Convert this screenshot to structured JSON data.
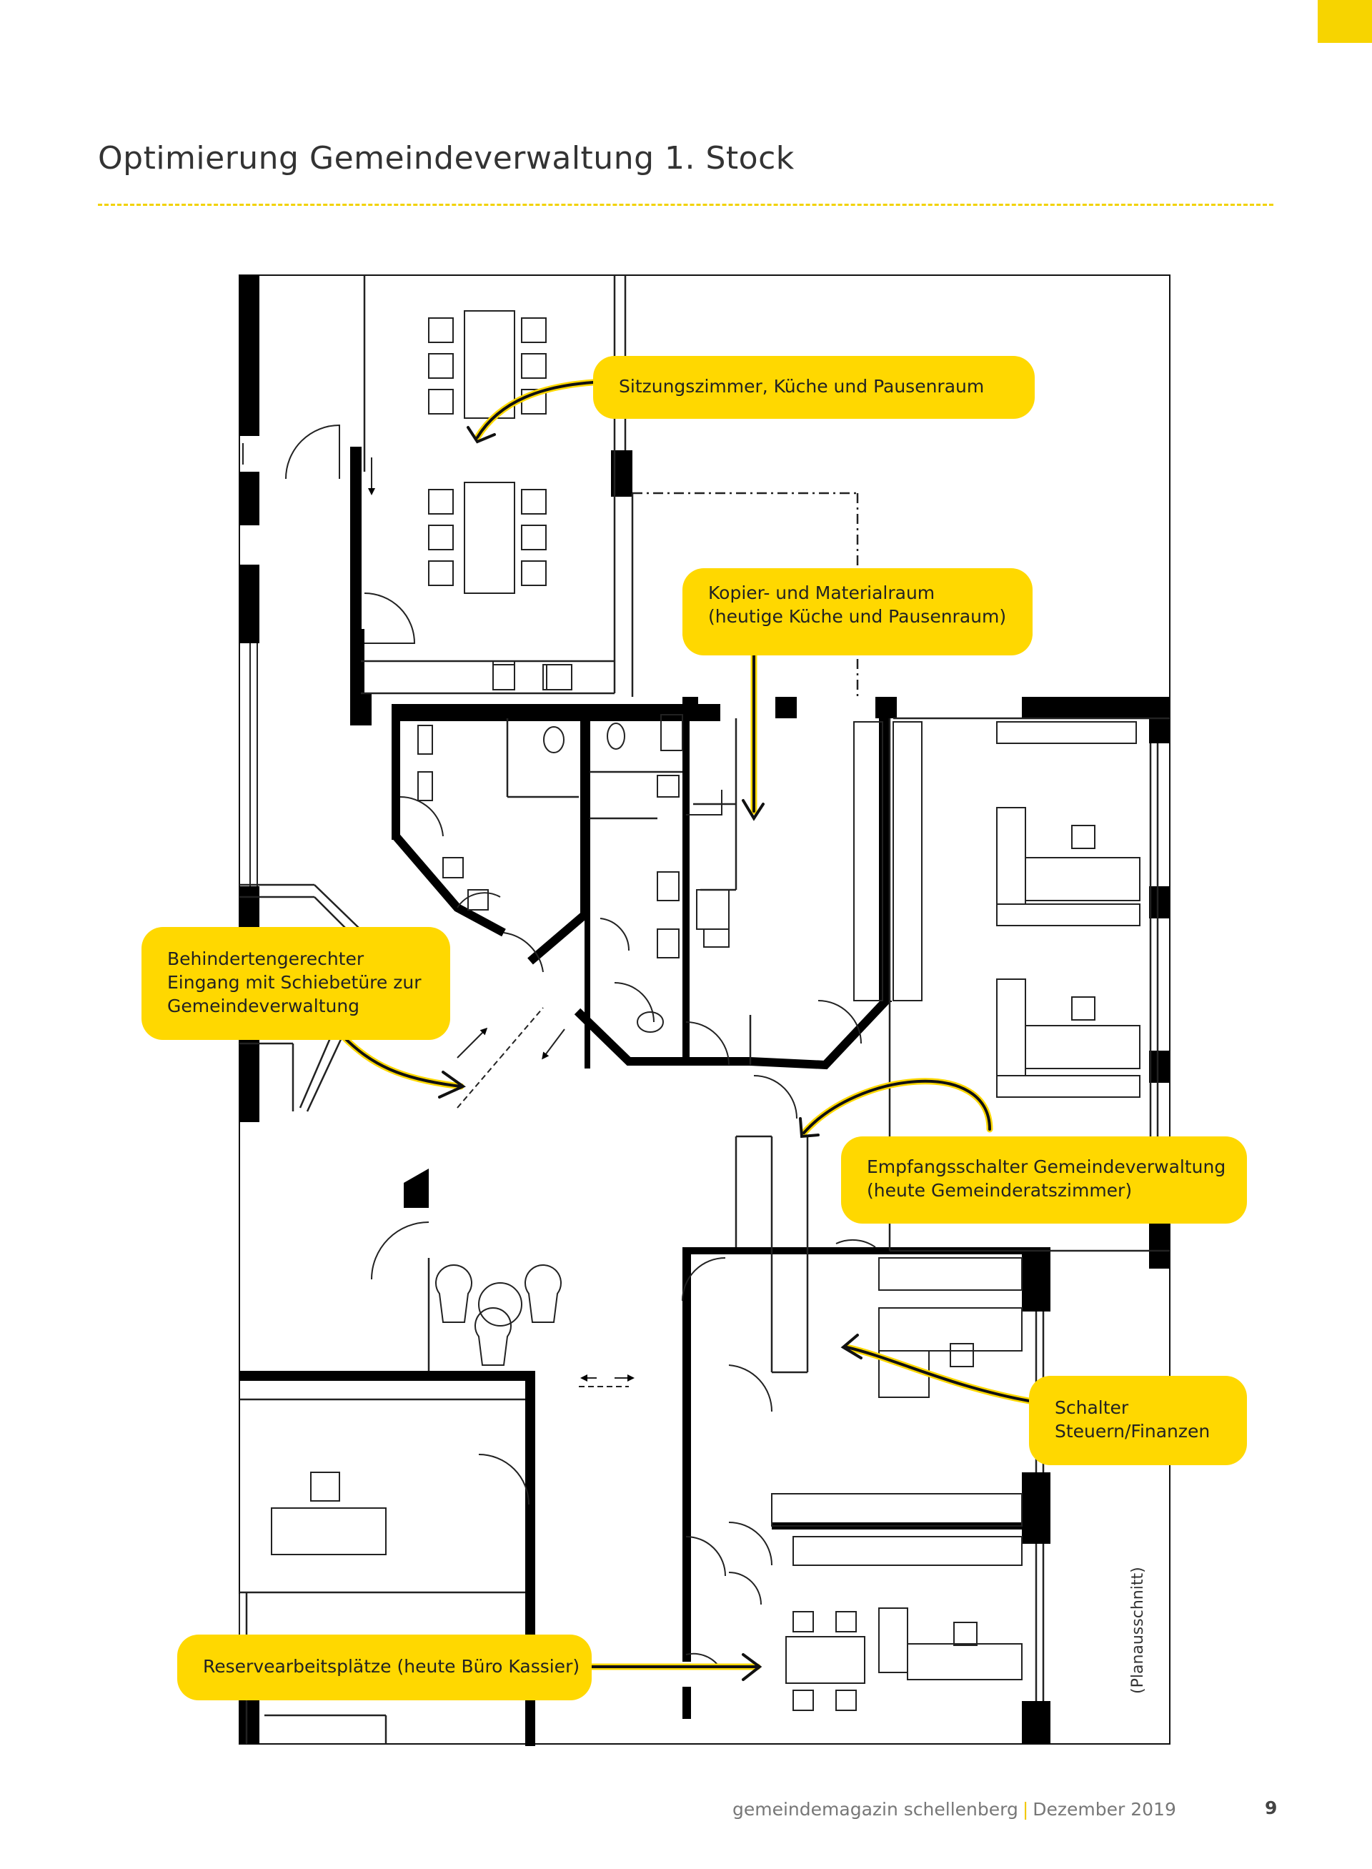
{
  "page": {
    "title": "Optimierung Gemeindeverwaltung 1. Stock",
    "accent_color": "#ffd800",
    "page_number": "9"
  },
  "plan": {
    "note": "(Planausschnitt)"
  },
  "callouts": {
    "meeting": [
      "Sitzungszimmer, Küche und Pausenraum"
    ],
    "copy_room": [
      "Kopier- und Materialraum",
      "(heutige Küche und Pausenraum)"
    ],
    "entrance": [
      "Behindertengerechter",
      "Eingang mit Schiebetüre zur",
      "Gemeindeverwaltung"
    ],
    "reception": [
      "Empfangsschalter Gemeindeverwaltung",
      "(heute Gemeinderatszimmer)"
    ],
    "tax": [
      "Schalter",
      "Steuern/Finanzen"
    ],
    "reserve": [
      "Reservearbeitsplätze (heute Büro Kassier)"
    ]
  },
  "footer": {
    "magazine": "gemeindemagazin schellenberg",
    "separator": "|",
    "issue": "Dezember 2019"
  }
}
